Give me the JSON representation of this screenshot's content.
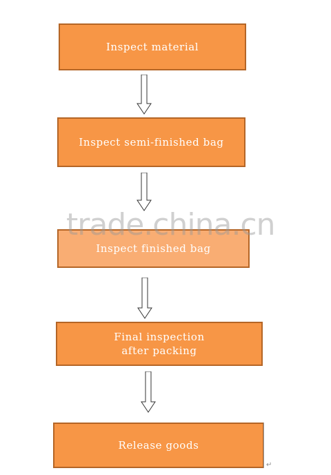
{
  "steps": [
    {
      "label": "Inspect material"
    },
    {
      "label": "Inspect semi-finished bag"
    },
    {
      "label": "Inspect finished bag"
    },
    {
      "label": "Final inspection after packing"
    },
    {
      "label": "Release goods"
    }
  ],
  "watermark": "trade.china.cn",
  "paragraph_mark": "↵",
  "colors": {
    "box_fill": "#f79646",
    "box_border": "#b46526",
    "text": "#ffffff"
  }
}
